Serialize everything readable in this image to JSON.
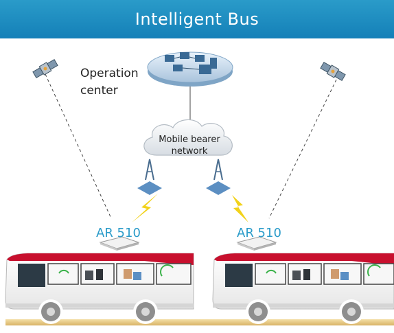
{
  "header": {
    "title": "Intelligent Bus"
  },
  "labels": {
    "operation_center": "Operation\ncenter",
    "mobile_network": "Mobile bearer\nnetwork",
    "router_left": "AR 510",
    "router_right": "AR 510"
  },
  "colors": {
    "header": "#1a8cc2",
    "accent_text": "#2a9bc9",
    "bus_red": "#c8102e",
    "signal_yellow": "#f2d21b",
    "road": "#e9c784"
  }
}
